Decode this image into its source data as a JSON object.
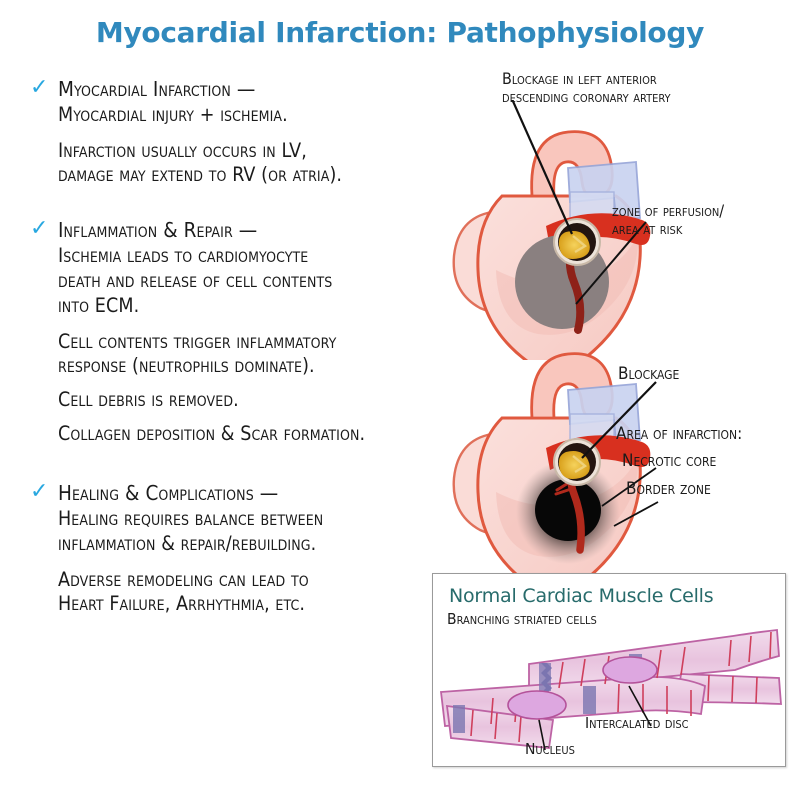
{
  "title": "Myocardial Infarction: Pathophysiology",
  "colors": {
    "title_blue": "#3089bd",
    "check_blue": "#29a8e0",
    "inset_title_teal": "#276b6b",
    "text_black": "#1b1b1b",
    "heart_pink": "#f9d3cd",
    "heart_outline_red": "#e05a42",
    "artery_red": "#d93025",
    "dark_artery": "#8e2118",
    "pulmonary_blue": "#c3cdee",
    "plaque_yellow": "#f0c02a",
    "perfusion_gray": "#8a8080",
    "necrotic_black": "#0a0a0a",
    "cell_pink": "#e7bcd8",
    "cell_outline": "#b4529a",
    "disc_purple": "#7b76b0",
    "nucleus_purple": "#d9a5dd",
    "inset_border": "#9a9a9a"
  },
  "bullets": [
    {
      "check": "✓",
      "heading": "Myocardial Infarction —",
      "subheading": "Myocardial injury + ischemia.",
      "paragraphs": [
        "Infarction usually occurs in LV,\ndamage may extend to RV (or atria)."
      ]
    },
    {
      "check": "✓",
      "heading": "Inflammation & Repair  —",
      "subheading": "Ischemia leads to cardiomyocyte\ndeath and release of cell contents\ninto ECM.",
      "paragraphs": [
        "Cell contents trigger inflammatory\nresponse (neutrophils dominate).",
        "Cell debris is removed.",
        "Collagen deposition & Scar formation."
      ]
    },
    {
      "check": "✓",
      "heading": "Healing & Complications —",
      "subheading": "Healing requires balance between\ninflammation & repair/rebuilding.",
      "paragraphs": [
        "Adverse remodeling can lead to\nHeart Failure, Arrhythmia, etc."
      ]
    }
  ],
  "heart_top": {
    "label_blockage": "Blockage in left anterior\ndescending coronary artery",
    "label_zone": "zone of perfusion/\narea at risk"
  },
  "heart_bottom": {
    "label_blockage": "Blockage",
    "label_area": "Area of infarction:",
    "label_necrotic": "Necrotic core",
    "label_border": "Border zone"
  },
  "inset": {
    "title": "Normal Cardiac Muscle Cells",
    "label_branching": "Branching striated cells",
    "label_intercalated": "Intercalated disc",
    "label_nucleus": "Nucleus"
  }
}
